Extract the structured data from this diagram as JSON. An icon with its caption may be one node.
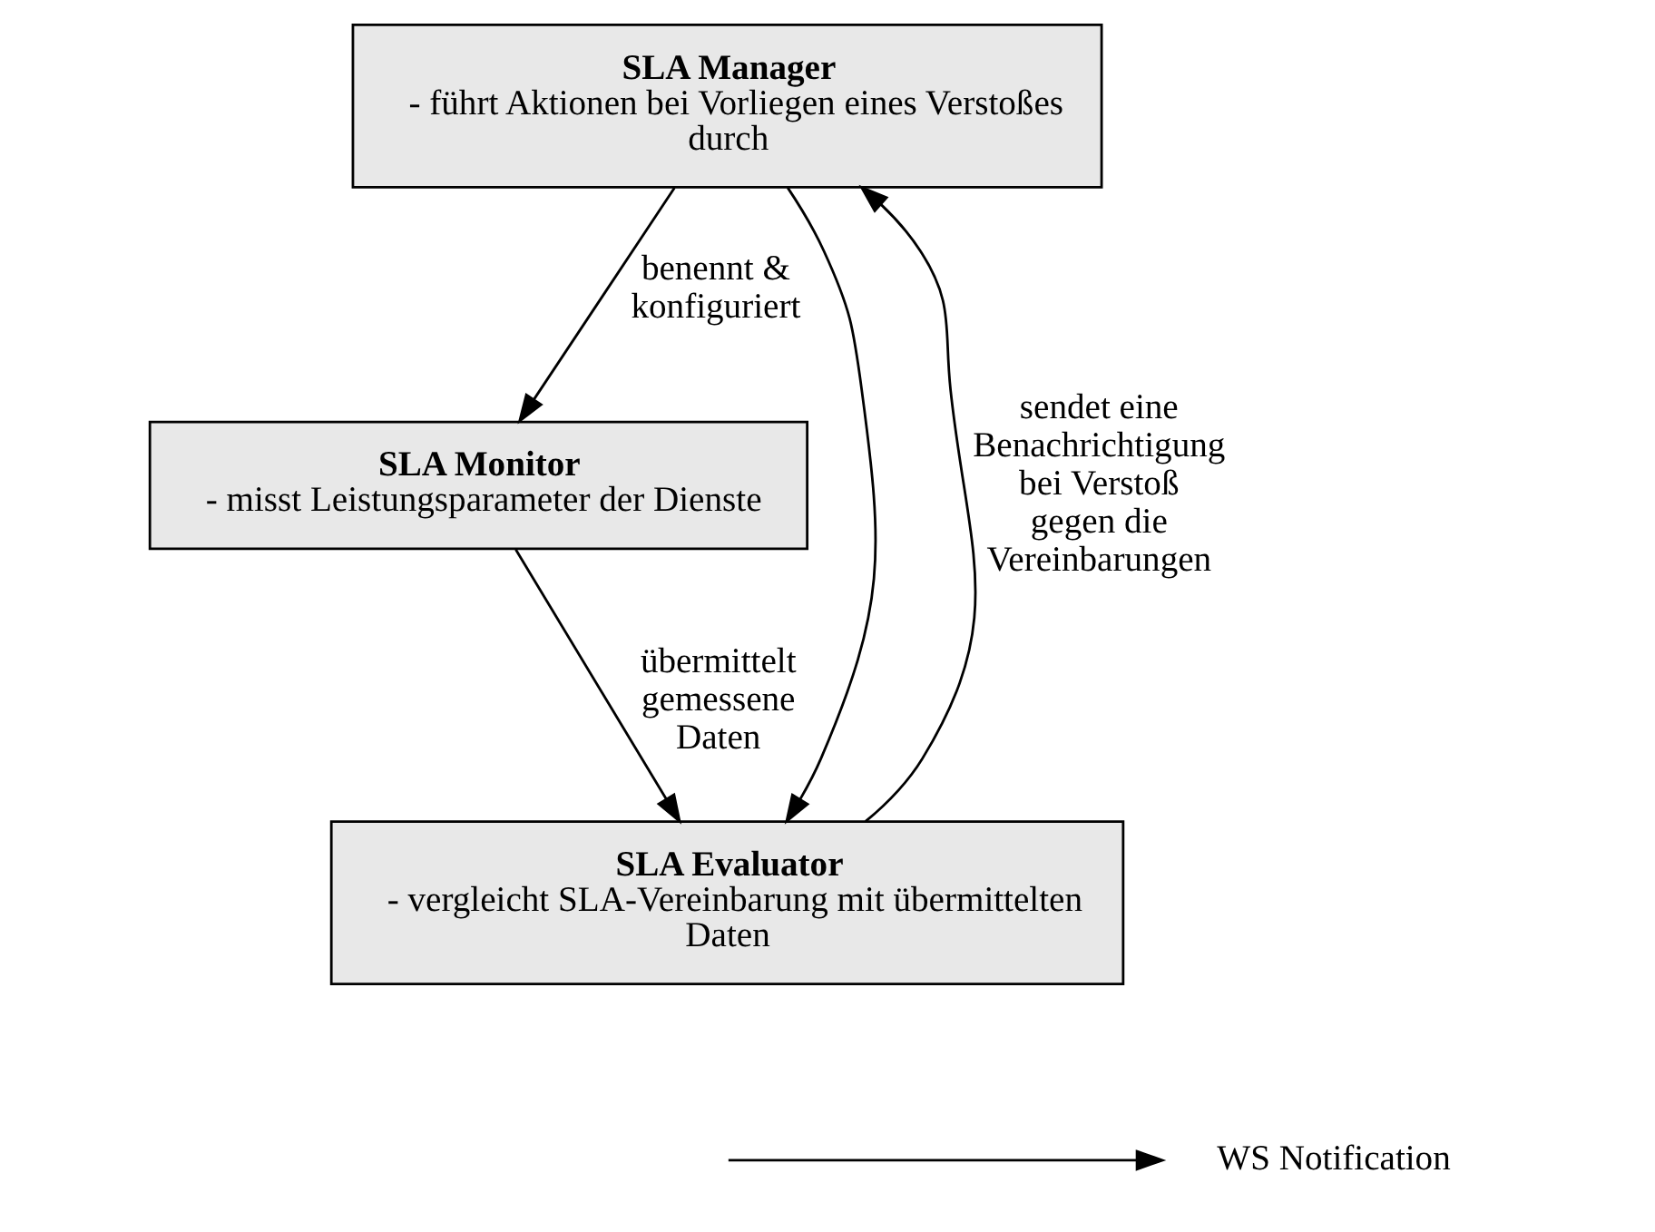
{
  "diagram": {
    "nodes": [
      {
        "text": [
          "SLA Manager",
          "- führt Aktionen bei Vorliegen eines Verstoßes durch"
        ]
      },
      {
        "text": [
          "SLA Monitor",
          "- misst Leistungsparameter der Dienste"
        ]
      },
      {
        "text": [
          "SLA Evaluator",
          "- vergleicht SLA-Vereinbarung mit übermittelten Daten"
        ]
      }
    ],
    "edges": [
      {
        "from": 0,
        "to": 1,
        "arrow": "to",
        "label": "benennt & konfiguriert"
      },
      {
        "from": 0,
        "to": 2,
        "arrow": "to"
      },
      {
        "from": 1,
        "to": 2,
        "arrow": "to",
        "label": "übermittelt gemessene Daten"
      },
      {
        "from": 2,
        "to": 0,
        "arrow": "to",
        "label": "sendet eine Benachrichtigung bei Verstoß gegen die Vereinbarungen"
      }
    ],
    "legend": [
      {
        "text": "WS Notification"
      }
    ]
  }
}
